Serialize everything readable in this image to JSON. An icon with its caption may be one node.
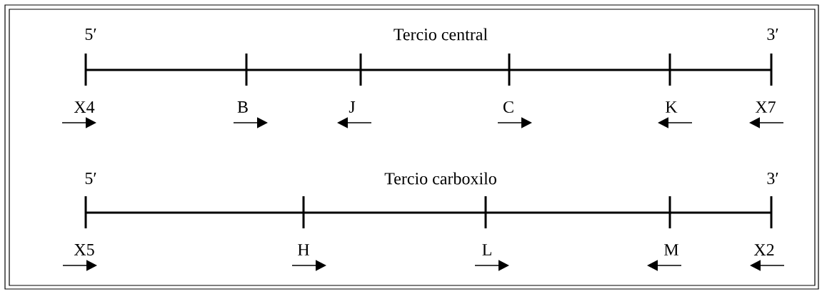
{
  "diagram": {
    "labels": [
      "5′",
      "Tercio central",
      "3′",
      "X4",
      "B",
      "J",
      "C",
      "K",
      "X7",
      "5′",
      "Tercio carboxilo",
      "3′",
      "X5",
      "H",
      "L",
      "M",
      "X2"
    ]
  }
}
